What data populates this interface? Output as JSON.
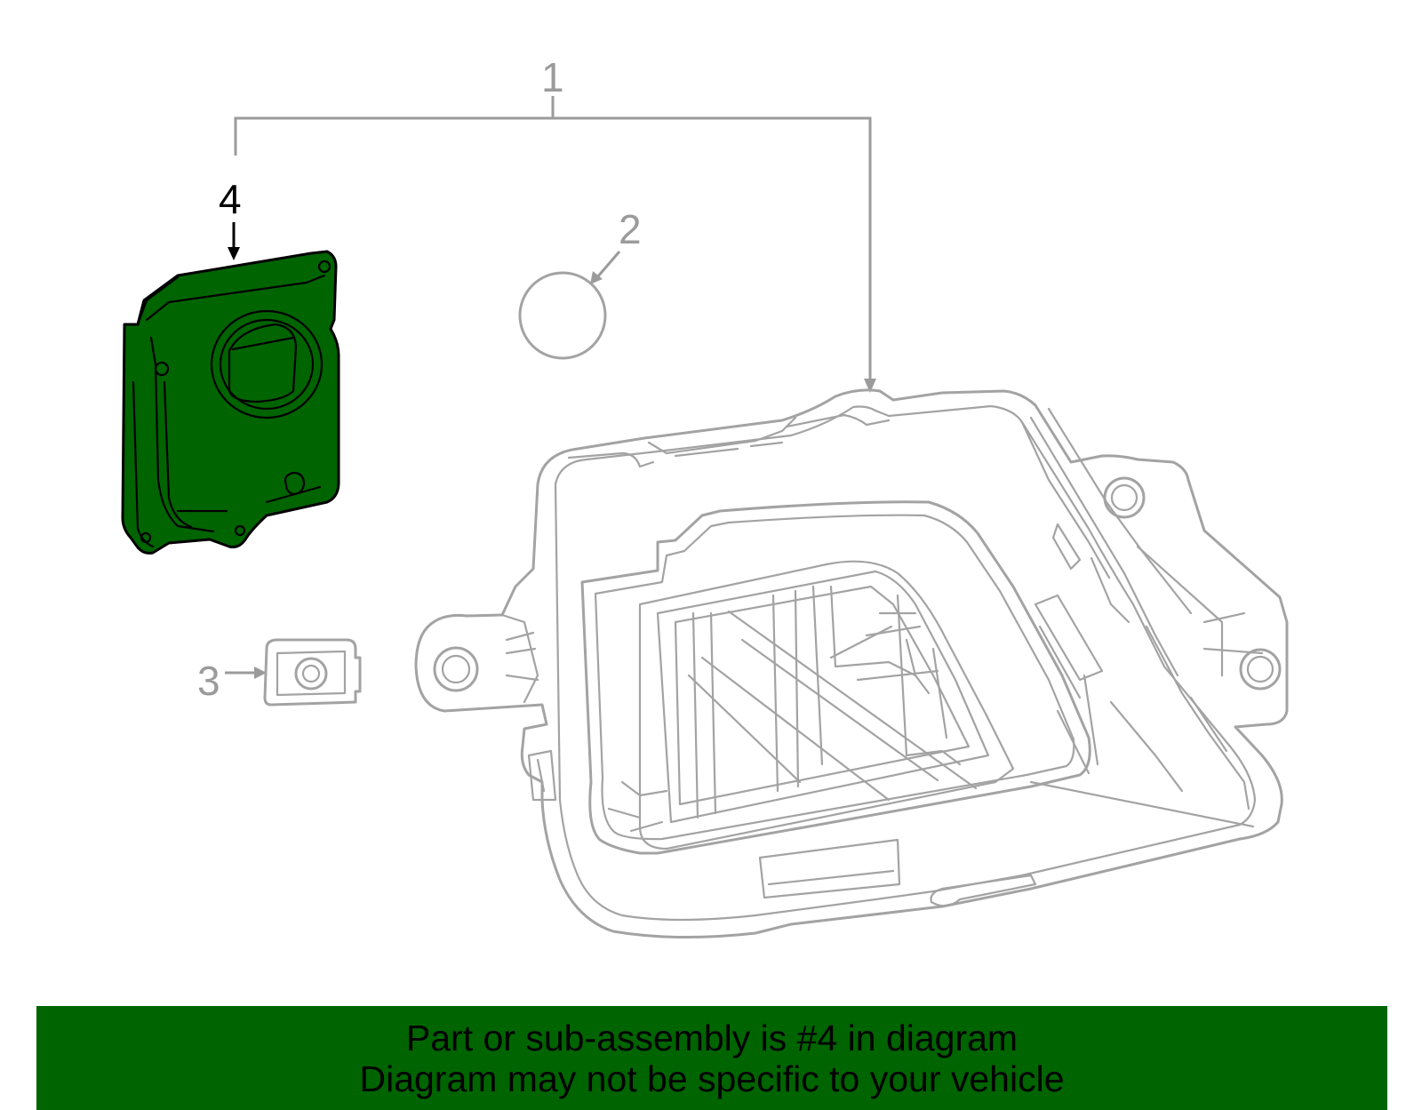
{
  "callouts": {
    "c1": "1",
    "c2": "2",
    "c3": "3",
    "c4": "4"
  },
  "banner": {
    "line1": "Part or sub-assembly is #4 in diagram",
    "line2": "Diagram may not be specific to your vehicle"
  },
  "colors": {
    "highlight": "#006400",
    "linework": "#a3a3a3",
    "banner_background": "#006400"
  }
}
